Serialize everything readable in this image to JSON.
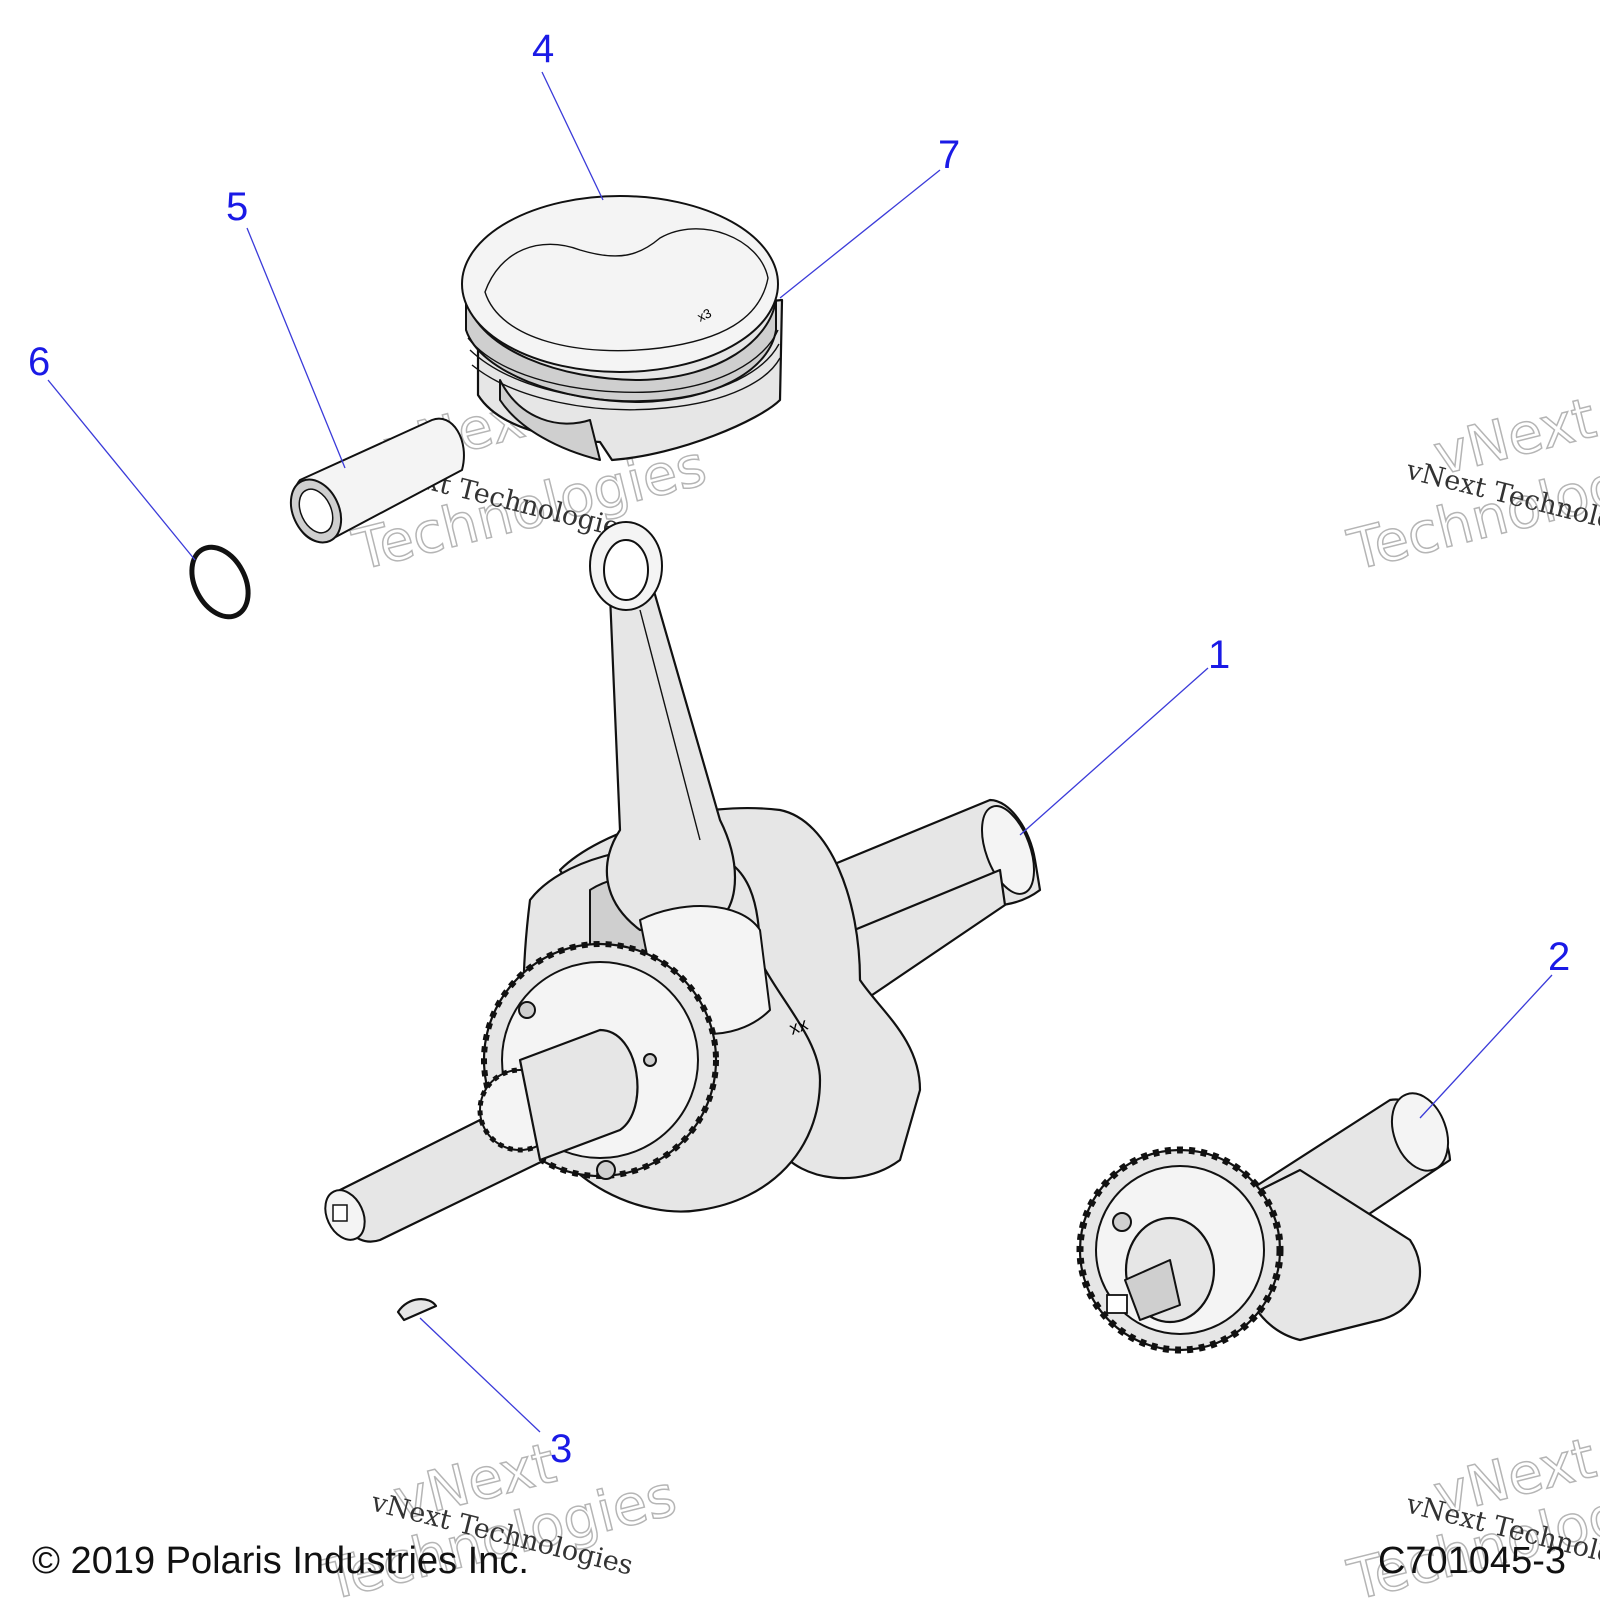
{
  "callouts": {
    "c1": "1",
    "c2": "2",
    "c3": "3",
    "c4": "4",
    "c5": "5",
    "c6": "6",
    "c7": "7"
  },
  "part_markings": {
    "piston_mark": "x3",
    "crank_mark": "xx"
  },
  "watermark": {
    "line": "vNext Technologies",
    "word1": "vNext",
    "word2": "Technologies"
  },
  "footer": {
    "copyright": "© 2019 Polaris Industries Inc.",
    "drawing_id": "C701045-3"
  },
  "colors": {
    "callout": "#1a1ae6",
    "leader": "#3b3bd9",
    "part_fill": "#e6e6e6",
    "outline": "#111111"
  }
}
